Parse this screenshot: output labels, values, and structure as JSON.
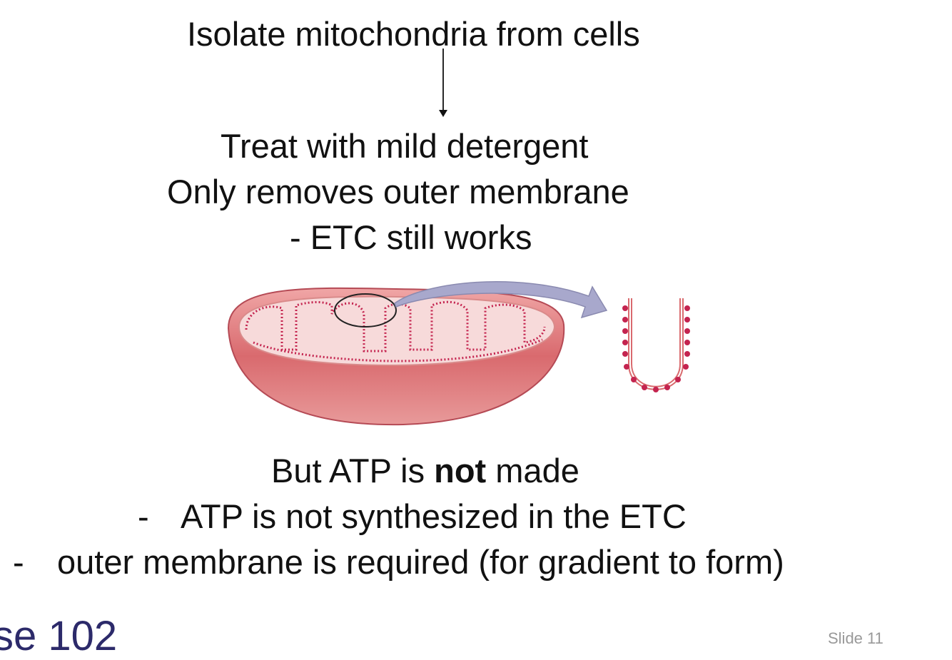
{
  "flow": {
    "step1": "Isolate mitochondria from cells",
    "step2_line1": "Treat with mild detergent",
    "step2_line2": "Only removes outer membrane",
    "step2_line3": "- ETC still works"
  },
  "result": {
    "pre": "But ATP is ",
    "bold": "not",
    "post": " made",
    "bullets": [
      {
        "marker": "-",
        "text": "ATP is not synthesized in the ETC"
      },
      {
        "marker": "-",
        "text": "outer membrane is required (for gradient to form)"
      }
    ]
  },
  "footer": {
    "logo_text": "se 102",
    "slide_text": "Slide 11"
  },
  "colors": {
    "outer_membrane": "#d96a6e",
    "inner_membrane": "#c4244f",
    "matrix": "#f7dada",
    "arrow": "#a8a8cc"
  }
}
